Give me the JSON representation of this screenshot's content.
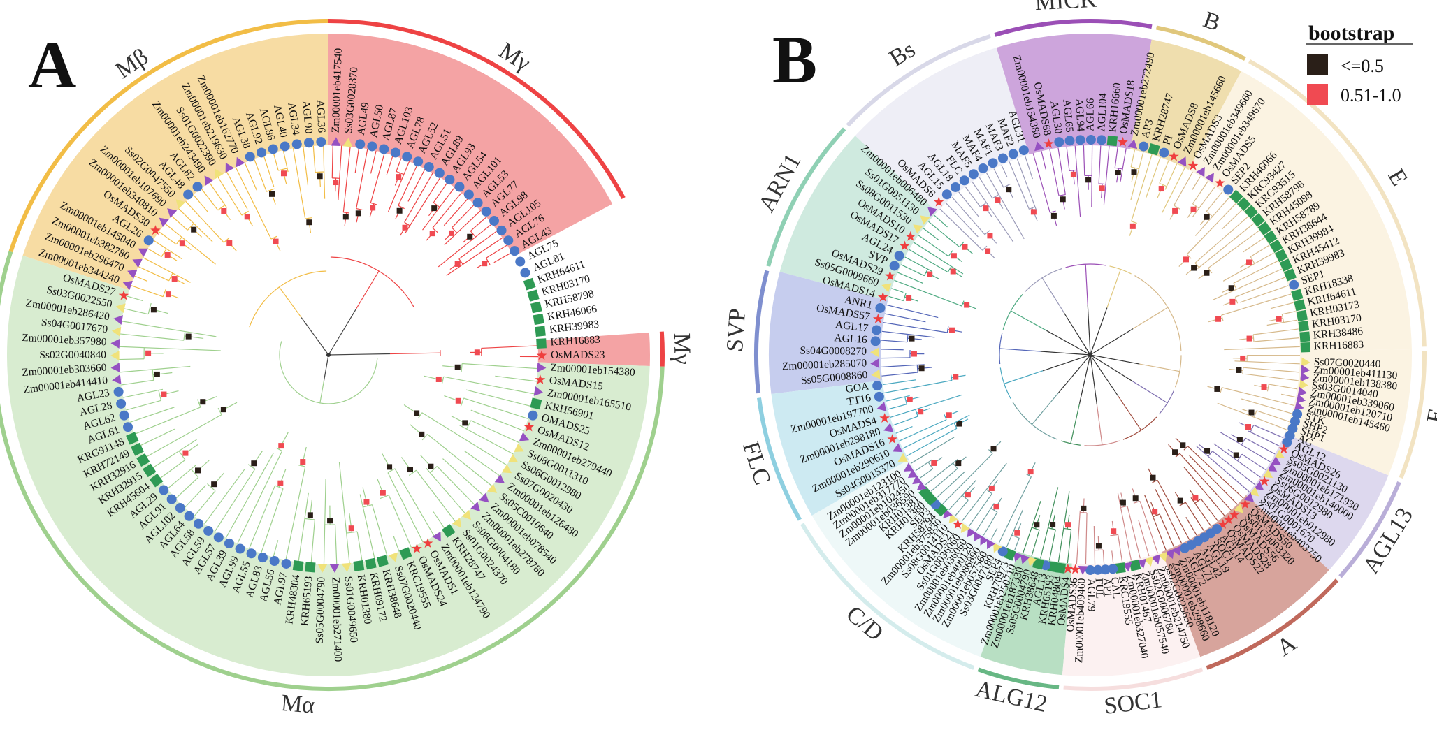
{
  "colors": {
    "Mgamma": "#ee4344",
    "Mgamma_fill": "#f4a3a4",
    "Mbeta": "#f2bd46",
    "Mbeta_fill": "#f7dca3",
    "Malpha": "#9fd08e",
    "Malpha_fill": "#d8ecd0",
    "MICK": "#9b4fb6",
    "MICK_fill": "#cda5dc",
    "Bs": "#d8d8e8",
    "Bs_fill": "#eeeef6",
    "B": "#e0c77c",
    "B_fill": "#efdeae",
    "E": "#f2e3c2",
    "E_fill": "#fbf3e2",
    "ARN1": "#8fd0b4",
    "ARN1_fill": "#cfeadf",
    "SVP": "#7f8fcf",
    "SVP_fill": "#c6cdee",
    "FLC": "#8ecfe0",
    "FLC_fill": "#cdeaf2",
    "CD": "#d4ecec",
    "CD_fill": "#eef8f8",
    "AGL12": "#67b784",
    "AGL12_fill": "#b8dfc3",
    "SOC1": "#f6dede",
    "SOC1_fill": "#fcf1f1",
    "A": "#c0695c",
    "A_fill": "#d7a49c",
    "AGL13": "#b9aed8",
    "AGL13_fill": "#ddd8ee",
    "E2_fill": "#fbf3e2",
    "marker_blue": "#4a78c7",
    "marker_purple": "#9551c2",
    "marker_green": "#2e9a54",
    "marker_red": "#ef3e3e",
    "marker_yellow": "#f0e27a",
    "bootstrap_low": "#2a1f18",
    "bootstrap_high": "#f04a52"
  },
  "panels": {
    "A": {
      "label": "A",
      "clades": [
        "Mγ",
        "Mγ",
        "Mβ",
        "Mα"
      ],
      "leaves": [
        "Zm00001eb417540",
        "Ss03G0028370",
        "AGL49",
        "AGL50",
        "AGL87",
        "AGL103",
        "AGL78",
        "AGL52",
        "AGL51",
        "AGL89",
        "AGL93",
        "AGL54",
        "AGL101",
        "AGL53",
        "AGL77",
        "AGL98",
        "AGL105",
        "AGL76",
        "AGL43",
        "AGL75",
        "AGL81",
        "KRH64611",
        "KRH03170",
        "KRH58798",
        "KRH46066",
        "KRH39983",
        "KRH16883",
        "OsMADS23",
        "Zm00001eb154380",
        "OsMADS15",
        "Zm00001eb165510",
        "KRH56901",
        "OMADS25",
        "OsMADS12",
        "Zm00001eb279440",
        "Ss08G0011310",
        "Ss06G0012980",
        "Ss07G0020430",
        "Zm00001eb126480",
        "Ss05C0010640",
        "Zm00001eb078540",
        "Zm00001eb278780",
        "Ss08G0004180",
        "Ss01G0024370",
        "KRH28747",
        "Zm00001eb124790",
        "OsMADS1",
        "OsMADS24",
        "KRC19555",
        "Ss07G0020440",
        "KRH38648",
        "KRH09172",
        "KRH01380",
        "Ss01G0049650",
        "Zm00001eb271400",
        "Ss05G0004790",
        "KRH65193",
        "KRH48304",
        "AGL97",
        "AGL56",
        "AGL83",
        "AGL55",
        "AGL99",
        "AGL39",
        "AGL57",
        "AGL59",
        "AGL58",
        "AGL64",
        "AGL102",
        "AGL91",
        "AGL29",
        "KRH45604",
        "KRH32915",
        "KRH32916",
        "KRH72149",
        "KRG91148",
        "AGL61",
        "AGL62",
        "AGL28",
        "AGL23",
        "Zm00001eb414410",
        "Zm00001eb303660",
        "Ss02G0040840",
        "Zm00001eb357980",
        "Ss04G0017670",
        "Zm00001eb286420",
        "Ss03G0022550",
        "OsMADS27",
        "Zm00001eb344240",
        "Zm00001eb296470",
        "Zm00001eb382780",
        "Zm00001eb145040",
        "AGL26",
        "OsMADS30",
        "Zm00001eb340810",
        "Zm00001eb107690",
        "Ss02G0047550",
        "AGL48",
        "AGL82",
        "Zm00001eb243490",
        "Ss01G0022390",
        "Zm00001eb219630",
        "Zm00001eb162770",
        "AGL38",
        "AGL92",
        "AGL86",
        "AGL40",
        "AGL34",
        "AGL90",
        "AGL36"
      ]
    },
    "B": {
      "label": "B",
      "clades": [
        "MICK*",
        "B",
        "E",
        "Bs",
        "ARN1",
        "SVP",
        "FLC",
        "C/D",
        "ALG12",
        "SOC1",
        "A",
        "AGL13",
        "E"
      ],
      "leaves_top": [
        "Zm00001eb154380",
        "OsMADS68",
        "AGL30",
        "AGL65",
        "AGL94",
        "AGL66",
        "AGL104",
        "KRH16660",
        "OsMADS18",
        "Zm00001eb272490",
        "AP3",
        "KRH28747",
        "PI",
        "OsMADS8",
        "Zm00001eb145660",
        "OsMADS3",
        "Zm00001eb349660",
        "Zm00001eb349670",
        "OsMADS5",
        "SEP2",
        "KRH46066",
        "KRC93427",
        "KRC93515",
        "KRH58798",
        "KRH45098",
        "KRH58789",
        "KRH38644",
        "KRH39984",
        "KRH45412",
        "KRH39983",
        "SEP1",
        "KRH18338",
        "KRH64611",
        "KRH03173",
        "KRH03170",
        "KRH38486",
        "KRH16883"
      ],
      "leaves_left": [
        "Zm00001eb123100",
        "Ss04G0015370",
        "Zm00001eb290610",
        "OsMADS16",
        "Zm00001eb298180",
        "OsMADS4",
        "Zm00001eb197700",
        "TT16",
        "GOA",
        "Ss05G0008860",
        "Zm00001eb285070",
        "Ss04G0008270",
        "AGL16",
        "AGL17",
        "OsMADS57",
        "ANR1",
        "OsMADS14",
        "Ss05G0009660",
        "OsMADS29",
        "SVP",
        "AGL24",
        "OsMADS17",
        "OsMADS10",
        "Ss08G0011530",
        "Ss01G0051130",
        "Zm00001eb006480",
        "OsMADS6",
        "AGL15",
        "AGL18",
        "FLC",
        "MAF5",
        "MAF4",
        "MAF1",
        "MAF3",
        "MAF2",
        "AGL31"
      ],
      "leaves_bottom": [
        "Ss07G0020440",
        "Zm00001eb411130",
        "Zm00001eb138380",
        "Ss03G0014040",
        "Zm00001eb339060",
        "Zm00001eb120710",
        "Zm00001eb145460",
        "STK",
        "SHP2",
        "SHP1",
        "AG",
        "AGL12",
        "OsMADS26",
        "Ss05G0021130",
        "Zm00001eb171930",
        "Zm00001eb140000",
        "Ss06G0012980",
        "OsMADS13",
        "Zm00001eb012980",
        "Ss01G0001670",
        "Zm00001eb403750",
        "OsMADS50",
        "Ss01G0003320",
        "OsMADS56",
        "OsMADS28",
        "OsMADS22",
        "AGL14",
        "SOC1",
        "AGL19",
        "AGL42",
        "AGL71",
        "AGL72",
        "Zm00001eb118120",
        "Zm00001eb298660",
        "Ss02G0025650",
        "Zm00001eb214750",
        "Ss02G0006780",
        "Zm00001eb057540",
        "KRH01467",
        "Zm00001eb327040",
        "KRC19555",
        "CAL",
        "AP1",
        "FUL",
        "AGL79",
        "Zm00001eb409460",
        "OsMADS36",
        "OsMADS4",
        "KRH04804",
        "KRH65193",
        "AGL13",
        "KRH38648",
        "Ss05G0004790",
        "Zm00001eb187330",
        "Zm00001eb250710",
        "KRH70973",
        "SEP4",
        "Ss03G0047180",
        "Zm00001eb057560",
        "Zm00001eb086890",
        "Zm00001eb400120",
        "Zm00001eb036060",
        "Ss01G0036060",
        "OsMADS21",
        "Ss08G0014110",
        "Zm00001eb375830",
        "KRH58794",
        "SEP3",
        "KRH01380",
        "KRH01381",
        "Zm00001eb036590",
        "Zm00001eb102450",
        "Zm00001eb317770"
      ]
    }
  },
  "legend": {
    "title": "bootstrap",
    "items": [
      {
        "label": "<=0.5",
        "color": "#2a1f18"
      },
      {
        "label": "0.51-1.0",
        "color": "#f04a52"
      }
    ]
  }
}
